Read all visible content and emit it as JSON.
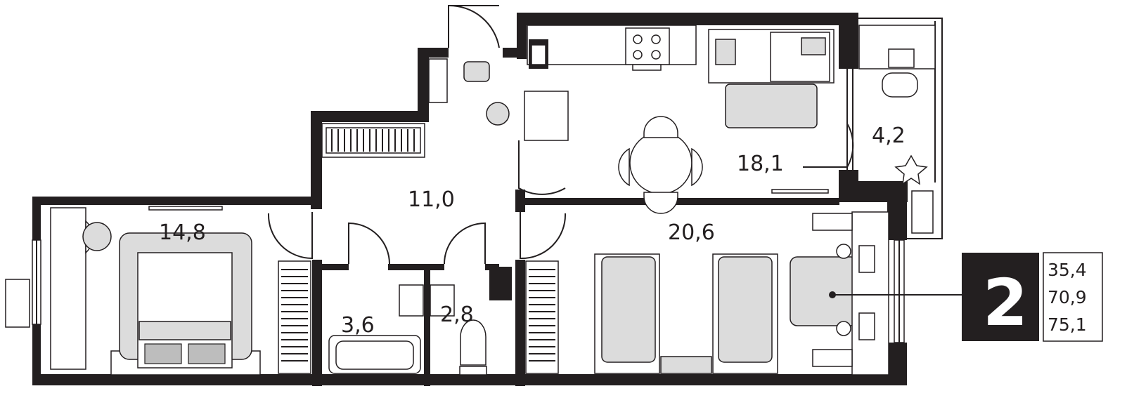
{
  "rooms": {
    "living": "18,1",
    "balcony": "4,2",
    "hall": "11,0",
    "bedroom1": "14,8",
    "bedroom2": "20,6",
    "bath": "3,6",
    "wc": "2,8"
  },
  "summary": {
    "room_count": "2",
    "living_area": "35,4",
    "total_area": "70,9",
    "total_area_with_balcony": "75,1"
  },
  "colors": {
    "wall": "#231f20",
    "furniture_fill": "#dcdcdc",
    "badge": "#231f20"
  }
}
